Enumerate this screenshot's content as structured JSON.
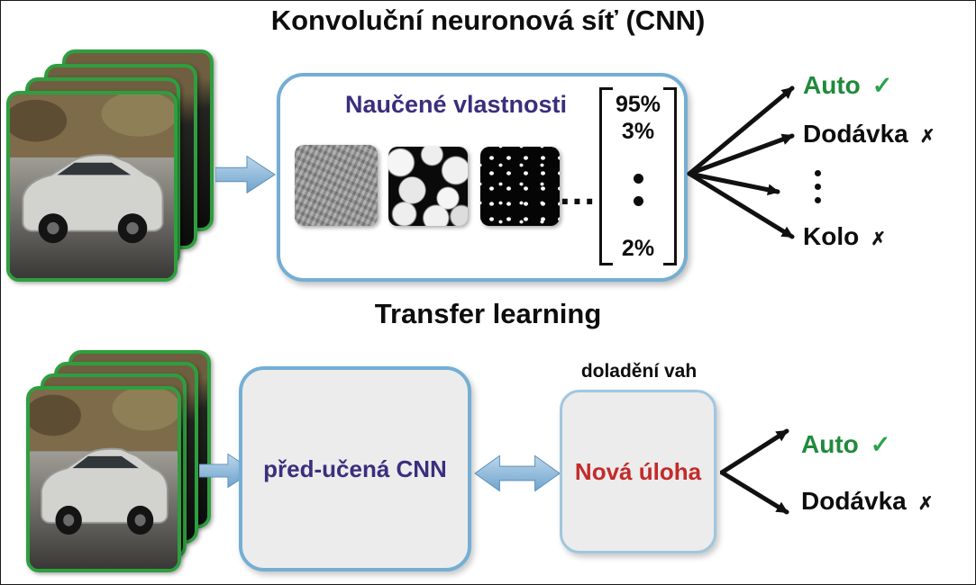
{
  "colors": {
    "accent_blue": "#74aed4",
    "purple": "#3b2e7e",
    "red": "#c42a2a",
    "green": "#208a3c",
    "photo_border_green": "#2f9e3f"
  },
  "top": {
    "title": "Konvoluční neuronová síť (CNN)",
    "box_label": "Naučené vlastnosti",
    "ellipsis": "...",
    "scores": [
      "95%",
      "3%",
      "2%"
    ],
    "outputs": [
      {
        "label": "Auto",
        "mark": "✓"
      },
      {
        "label": "Dodávka",
        "mark": "✗"
      },
      {
        "label": "Kolo",
        "mark": "✗"
      }
    ]
  },
  "bottom": {
    "title": "Transfer learning",
    "pretrained_label": "před-učená CNN",
    "finetune_label": "doladění vah",
    "newtask_label": "Nová úloha",
    "outputs": [
      {
        "label": "Auto",
        "mark": "✓"
      },
      {
        "label": "Dodávka",
        "mark": "✗"
      }
    ]
  }
}
